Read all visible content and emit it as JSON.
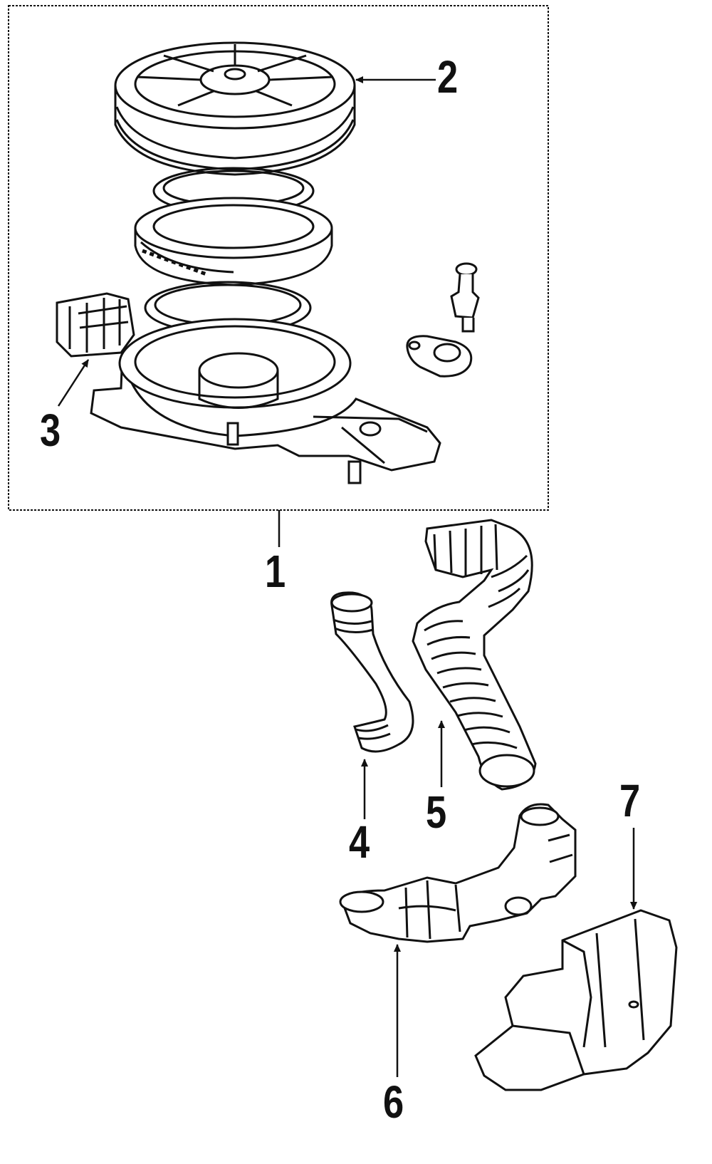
{
  "diagram": {
    "type": "exploded parts diagram",
    "line_color": "#111111",
    "background": "#ffffff",
    "callouts": [
      {
        "id": "1",
        "label": "1"
      },
      {
        "id": "2",
        "label": "2"
      },
      {
        "id": "3",
        "label": "3"
      },
      {
        "id": "4",
        "label": "4"
      },
      {
        "id": "5",
        "label": "5"
      },
      {
        "id": "6",
        "label": "6"
      },
      {
        "id": "7",
        "label": "7"
      }
    ]
  }
}
